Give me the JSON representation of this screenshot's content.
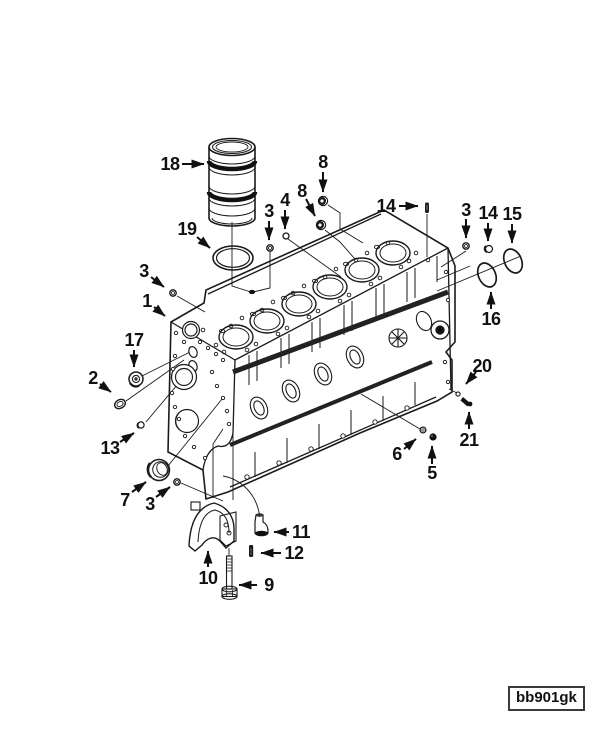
{
  "figure": {
    "code": "bb901gk",
    "callouts": [
      {
        "label": "18"
      },
      {
        "label": "19"
      },
      {
        "label": "8"
      },
      {
        "label": "8"
      },
      {
        "label": "4"
      },
      {
        "label": "3"
      },
      {
        "label": "14"
      },
      {
        "label": "3"
      },
      {
        "label": "14"
      },
      {
        "label": "15"
      },
      {
        "label": "16"
      },
      {
        "label": "3"
      },
      {
        "label": "1"
      },
      {
        "label": "17"
      },
      {
        "label": "2"
      },
      {
        "label": "13"
      },
      {
        "label": "7"
      },
      {
        "label": "3"
      },
      {
        "label": "10"
      },
      {
        "label": "11"
      },
      {
        "label": "12"
      },
      {
        "label": "9"
      },
      {
        "label": "6"
      },
      {
        "label": "5"
      },
      {
        "label": "20"
      },
      {
        "label": "21"
      }
    ]
  }
}
